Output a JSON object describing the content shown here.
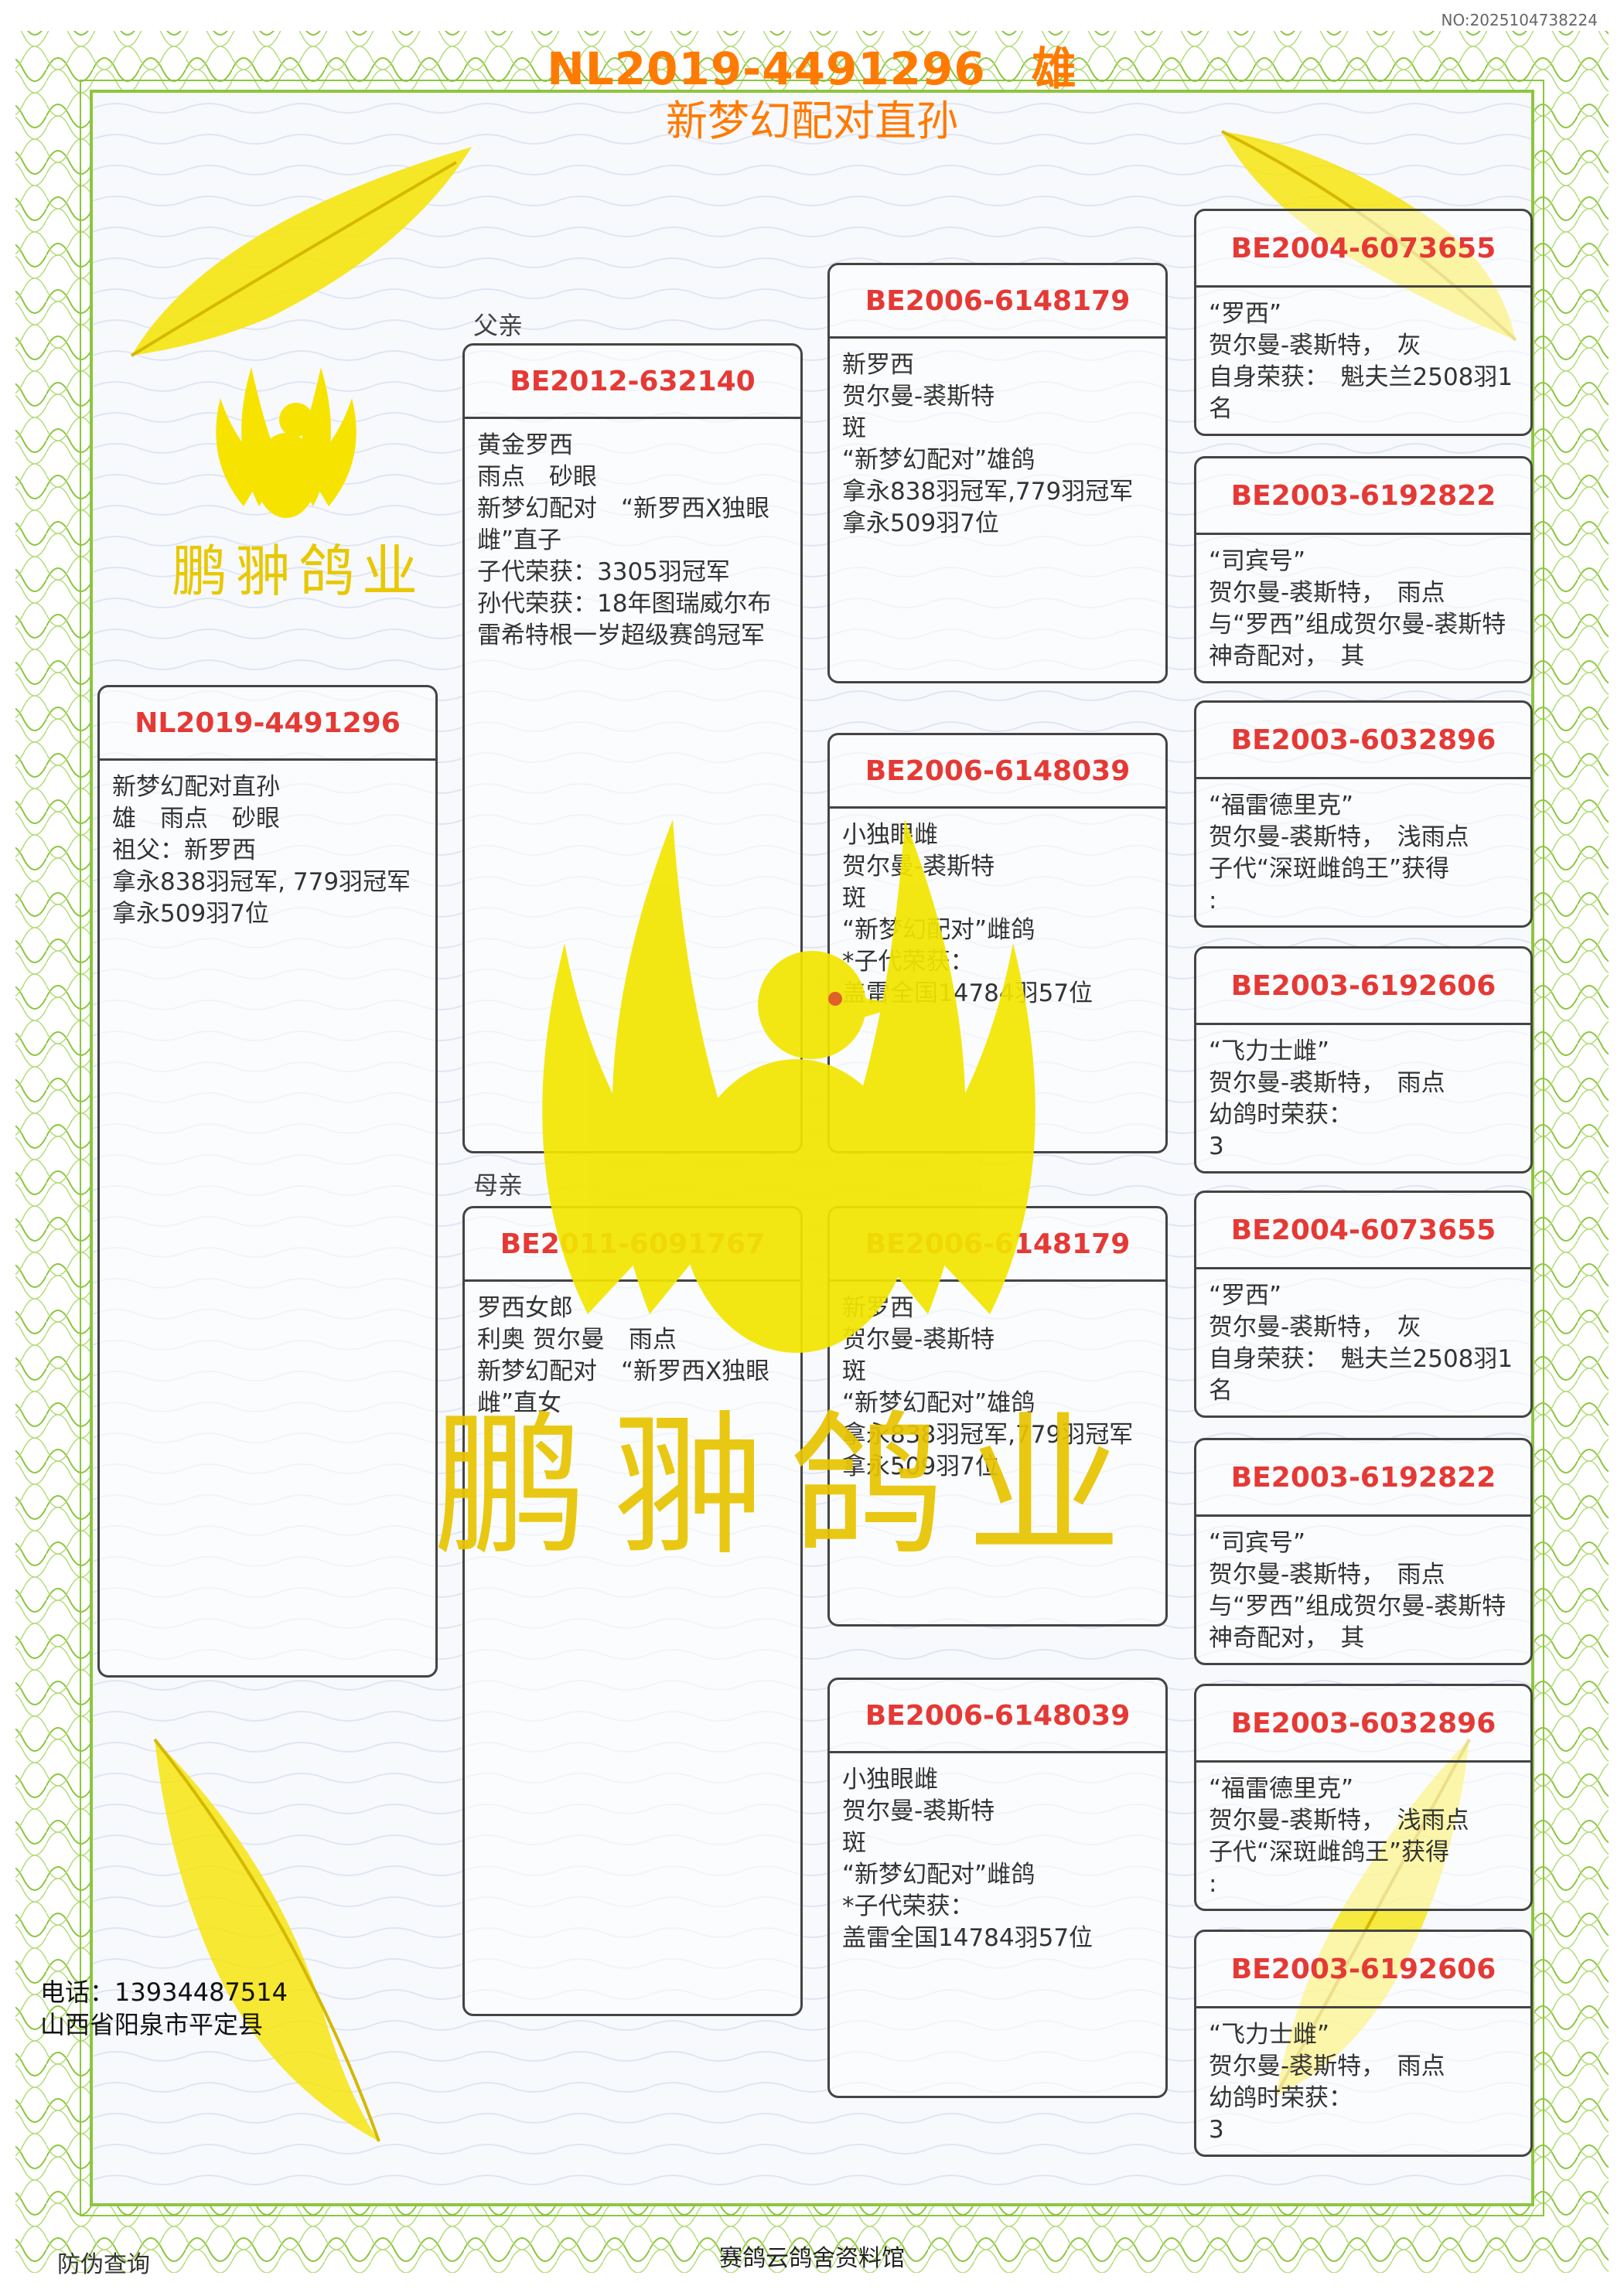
{
  "serial_no": "NO:2025104738224",
  "header": {
    "ring_and_sex": "NL2019-4491296　雄",
    "subtitle": "新梦幻配对直孙"
  },
  "labels": {
    "father": "父亲",
    "mother": "母亲"
  },
  "brand": {
    "top_left_text": "鹏翀鸽业",
    "center_text": "鹏翀鸽业"
  },
  "subject": {
    "ring": "NL2019-4491296",
    "info": "新梦幻配对直孙\n雄　雨点　砂眼\n祖父：新罗西\n拿永838羽冠军, 779羽冠军\n拿永509羽7位"
  },
  "father": {
    "ring": "BE2012-632140",
    "info": "黄金罗西\n雨点　砂眼\n新梦幻配对　“新罗西X独眼雌”直子\n子代荣获：3305羽冠军\n孙代荣获：18年图瑞威尔布雷希特根一岁超级赛鸽冠军"
  },
  "mother": {
    "ring": "BE2011-6091767",
    "info": "罗西女郎\n利奥 贺尔曼　雨点\n新梦幻配对　“新罗西X独眼雌”直女"
  },
  "grandparents": [
    {
      "ring": "BE2006-6148179",
      "info": "新罗西\n贺尔曼-裘斯特\n斑\n“新梦幻配对”雄鸽\n拿永838羽冠军,779羽冠军\n拿永509羽7位"
    },
    {
      "ring": "BE2006-6148039",
      "info": "小独眼雌\n贺尔曼-裘斯特\n斑\n“新梦幻配对”雌鸽\n*子代荣获：\n盖雷全国14784羽57位"
    },
    {
      "ring": "BE2006-6148179",
      "info": "新罗西\n贺尔曼-裘斯特\n斑\n“新梦幻配对”雄鸽\n拿永838羽冠军,779羽冠军\n拿永509羽7位"
    },
    {
      "ring": "BE2006-6148039",
      "info": "小独眼雌\n贺尔曼-裘斯特\n斑\n“新梦幻配对”雌鸽\n*子代荣获：\n盖雷全国14784羽57位"
    }
  ],
  "great_grandparents": [
    {
      "ring": "BE2004-6073655",
      "info": "“罗西”\n贺尔曼-裘斯特，　灰\n自身荣获：　魁夫兰2508羽1 名"
    },
    {
      "ring": "BE2003-6192822",
      "info": "“司宾号”\n贺尔曼-裘斯特，　雨点\n与“罗西”组成贺尔曼-裘斯特神奇配对，　其"
    },
    {
      "ring": "BE2003-6032896",
      "info": "“福雷德里克”\n贺尔曼-裘斯特，　浅雨点\n子代“深斑雌鸽王”获得\n:"
    },
    {
      "ring": "BE2003-6192606",
      "info": "“飞力士雌”\n贺尔曼-裘斯特，　雨点\n幼鸽时荣获：\n3"
    },
    {
      "ring": "BE2004-6073655",
      "info": "“罗西”\n贺尔曼-裘斯特，　灰\n自身荣获：　魁夫兰2508羽1 名"
    },
    {
      "ring": "BE2003-6192822",
      "info": "“司宾号”\n贺尔曼-裘斯特，　雨点\n与“罗西”组成贺尔曼-裘斯特神奇配对，　其"
    },
    {
      "ring": "BE2003-6032896",
      "info": "“福雷德里克”\n贺尔曼-裘斯特，　浅雨点\n子代“深斑雌鸽王”获得\n:"
    },
    {
      "ring": "BE2003-6192606",
      "info": "“飞力士雌”\n贺尔曼-裘斯特，　雨点\n幼鸽时荣获：\n3"
    }
  ],
  "contact": {
    "phone": "电话：13934487514",
    "address": "山西省阳泉市平定县"
  },
  "footer": {
    "left": "防伪查询",
    "center": "赛鸽云鸽舍资料馆"
  },
  "colors": {
    "title": "#ff7a00",
    "ring_text": "#e53935",
    "border_green": "#8cc63f",
    "watermark_yellow": "#f2e600"
  }
}
